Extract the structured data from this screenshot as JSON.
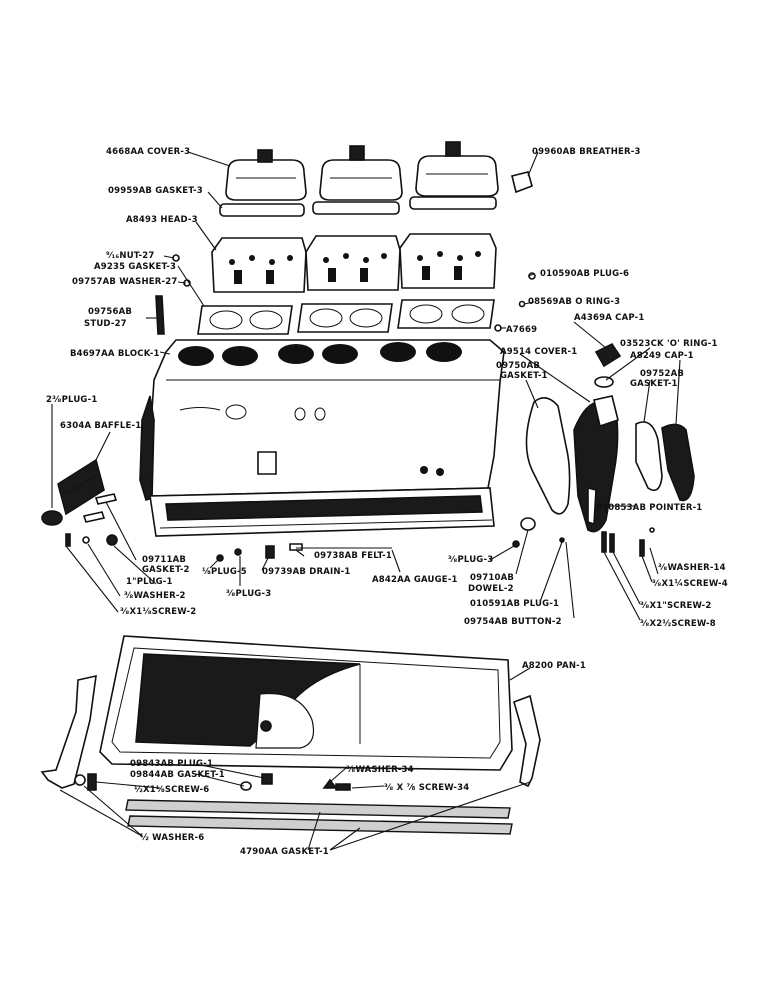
{
  "labels": {
    "cover_4668aa": "4668AA COVER-3",
    "breather": "09960AB BREATHER-3",
    "gasket_09959ab": "09959AB GASKET-3",
    "head": "A8493 HEAD-3",
    "nut": "⁹⁄₁₆NUT-27",
    "gasket_a9235": "A9235 GASKET-3",
    "washer_09757ab": "09757AB WASHER-27",
    "stud_09756ab_1": "09756AB",
    "stud_09756ab_2": "STUD-27",
    "plug_010590ab": "010590AB PLUG-6",
    "oring_08569ab": "08569AB O RING-3",
    "cap_a4369a": "A4369A CAP-1",
    "a7669": "A7669",
    "block": "B4697AA BLOCK-1",
    "oring_03523ck": "03523CK 'O' RING-1",
    "cover_a9514": "A9514 COVER-1",
    "cap_a8249": "A8249 CAP-1",
    "gasket_09750ab_1": "09750AB",
    "gasket_09750ab_2": "GASKET-1",
    "gasket_09752ab_1": "09752AB",
    "gasket_09752ab_2": "GASKET-1",
    "plug_2_3_8": "2³⁄₈PLUG-1",
    "baffle": "6304A BAFFLE-1",
    "pointer": "010853AB POINTER-1",
    "gasket_09711ab_1": "09711AB",
    "gasket_09711ab_2": "GASKET-2",
    "plug_1": "1\"PLUG-1",
    "washer_3_8_2": "³⁄₈WASHER-2",
    "screw_3_8x1_1_8": "³⁄₈X1¹⁄₈SCREW-2",
    "plug_1_8_5": "⅛PLUG-5",
    "plug_3_8_3a": "³⁄₈PLUG-3",
    "drain": "09739AB DRAIN-1",
    "felt": "09738AB FELT-1",
    "gauge": "A842AA GAUGE-1",
    "plug_3_8_3b": "³⁄₈PLUG-3",
    "dowel_1": "09710AB",
    "dowel_2": "DOWEL-2",
    "plug_010591ab": "010591AB PLUG-1",
    "button": "09754AB BUTTON-2",
    "washer_3_8_14": "³⁄₈WASHER-14",
    "screw_3_8x1_1_4": "³⁄₈X1¼SCREW-4",
    "screw_3_8x1": "³⁄₈X1\"SCREW-2",
    "screw_3_8x2_1_2": "³⁄₈X2½SCREW-8",
    "pan": "A8200 PAN-1",
    "plug_09843ab": "09843AB PLUG-1",
    "gasket_09844ab": "09844AB GASKET-1",
    "screw_1_2x1_1_8": "½X1⅛SCREW-6",
    "washer_3_8_34": "³⁄₈WASHER-34",
    "screw_3_8x7_8": "³⁄₈ X ⅞ SCREW-34",
    "washer_1_2_6": "½ WASHER-6",
    "gasket_4790aa": "4790AA GASKET-1"
  }
}
